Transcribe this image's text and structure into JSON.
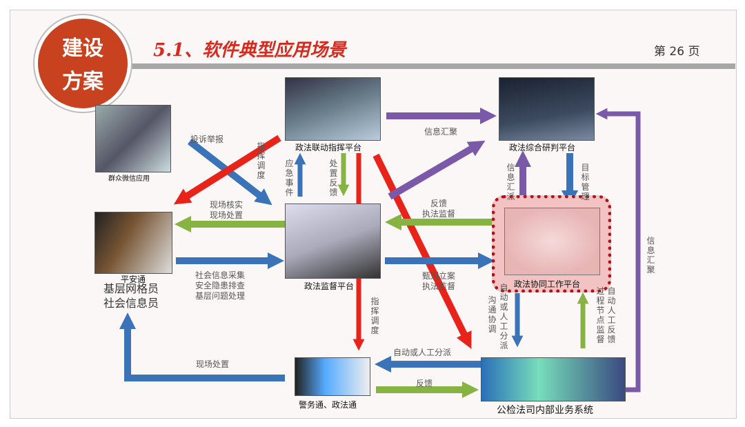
{
  "header": {
    "logo_line1": "建设",
    "logo_line2": "方案",
    "title": "5.1、软件典型应用场景",
    "page": "第 26 页"
  },
  "nodes": {
    "public_wechat": "群众微信应用",
    "command": "政法联动指挥平台",
    "analysis": "政法综合研判平台",
    "pingan": "平安通",
    "grid1": "基层网格员",
    "grid2": "社会信息员",
    "supervision": "政法监督平台",
    "collab": "政法协同工作平台",
    "mobile": "警务通、政法通",
    "internal": "公检法司内部业务系统"
  },
  "arrows": {
    "complaint": "投诉举报",
    "dispatch1": "指挥调度",
    "onsite1": "现场核实",
    "onsite2": "现场处置",
    "social1": "社会信息采集",
    "social2": "安全隐患排查",
    "social3": "基层问题处理",
    "emergency": "应急事件",
    "feedback_handle": "处置反馈",
    "dispatch2": "指挥调度",
    "info_gather": "信息汇聚",
    "feedback1": "反馈",
    "feedback2": "执法监督",
    "screen1": "甄别立案",
    "screen2": "执法监督",
    "info_report": "信息汇派",
    "target": "目标管理",
    "auto_assign": "自动或人工分派",
    "communicate": "沟通协调",
    "process": "过程节点监督",
    "auto_feedback": "自动人工反馈",
    "info_gather2": "信息汇聚",
    "auto_assign2": "自动或人工分派",
    "feedback3": "反馈",
    "onsite3": "现场处置"
  },
  "colors": {
    "red": "#e8231a",
    "blue": "#3a73b8",
    "green": "#86b341",
    "purple": "#7a5aa8"
  }
}
